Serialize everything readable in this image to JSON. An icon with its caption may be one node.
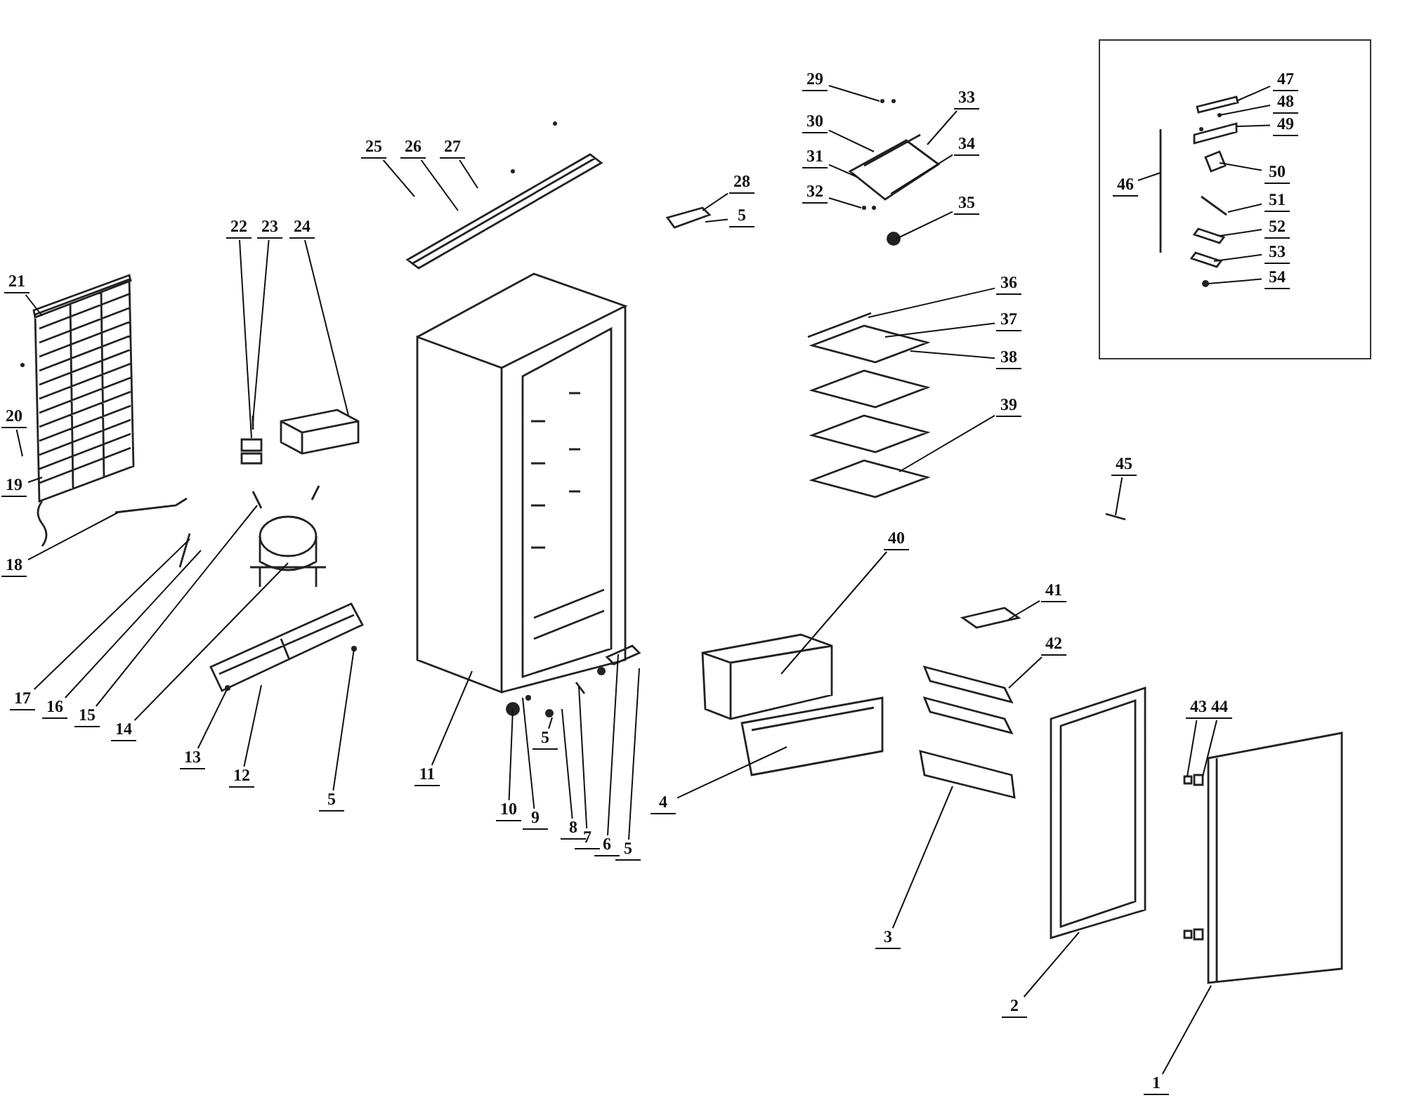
{
  "diagram": {
    "nodes": [
      {
        "text": [
          "21"
        ]
      },
      {
        "text": [
          "20"
        ]
      },
      {
        "text": [
          "19"
        ]
      },
      {
        "text": [
          "18"
        ]
      },
      {
        "text": [
          "22"
        ]
      },
      {
        "text": [
          "23"
        ]
      },
      {
        "text": [
          "24"
        ]
      },
      {
        "text": [
          "25"
        ]
      },
      {
        "text": [
          "26"
        ]
      },
      {
        "text": [
          "27"
        ]
      },
      {
        "text": [
          "28"
        ]
      },
      {
        "text": [
          "5"
        ]
      },
      {
        "text": [
          "29"
        ]
      },
      {
        "text": [
          "30"
        ]
      },
      {
        "text": [
          "31"
        ]
      },
      {
        "text": [
          "32"
        ]
      },
      {
        "text": [
          "33"
        ]
      },
      {
        "text": [
          "34"
        ]
      },
      {
        "text": [
          "35"
        ]
      },
      {
        "text": [],
        "shape": "box"
      },
      {
        "text": [
          "47"
        ],
        "in": 19
      },
      {
        "text": [
          "48"
        ],
        "in": 19
      },
      {
        "text": [
          "49"
        ],
        "in": 19
      },
      {
        "text": [
          "46"
        ],
        "in": 19
      },
      {
        "text": [
          "50"
        ],
        "in": 19
      },
      {
        "text": [
          "51"
        ],
        "in": 19
      },
      {
        "text": [
          "52"
        ],
        "in": 19
      },
      {
        "text": [
          "53"
        ],
        "in": 19
      },
      {
        "text": [
          "54"
        ],
        "in": 19
      },
      {
        "text": [
          "36"
        ]
      },
      {
        "text": [
          "37"
        ]
      },
      {
        "text": [
          "38"
        ]
      },
      {
        "text": [
          "39"
        ]
      },
      {
        "text": [
          "45"
        ]
      },
      {
        "text": [
          "40"
        ]
      },
      {
        "text": [
          "41"
        ]
      },
      {
        "text": [
          "42"
        ]
      },
      {
        "text": [
          "43"
        ]
      },
      {
        "text": [
          "44"
        ]
      },
      {
        "text": [
          "17"
        ]
      },
      {
        "text": [
          "16"
        ]
      },
      {
        "text": [
          "15"
        ]
      },
      {
        "text": [
          "14"
        ]
      },
      {
        "text": [
          "13"
        ]
      },
      {
        "text": [
          "12"
        ]
      },
      {
        "text": [
          "5"
        ]
      },
      {
        "text": [
          "11"
        ]
      },
      {
        "text": [
          "10"
        ]
      },
      {
        "text": [
          "9"
        ]
      },
      {
        "text": [
          "5"
        ]
      },
      {
        "text": [
          "8"
        ]
      },
      {
        "text": [
          "7"
        ]
      },
      {
        "text": [
          "6"
        ]
      },
      {
        "text": [
          "5"
        ]
      },
      {
        "text": [
          "4"
        ]
      },
      {
        "text": [
          "3"
        ]
      },
      {
        "text": [
          "2"
        ]
      },
      {
        "text": [
          "1"
        ]
      }
    ],
    "edges": [
      {
        "from": 0,
        "to": null,
        "arrow": "none"
      },
      {
        "from": 1,
        "to": null,
        "arrow": "none"
      },
      {
        "from": 2,
        "to": null,
        "arrow": "none"
      },
      {
        "from": 3,
        "to": null,
        "arrow": "none"
      },
      {
        "from": 4,
        "to": null,
        "arrow": "none"
      },
      {
        "from": 5,
        "to": null,
        "arrow": "none"
      },
      {
        "from": 6,
        "to": null,
        "arrow": "none"
      },
      {
        "from": 7,
        "to": null,
        "arrow": "none"
      },
      {
        "from": 8,
        "to": null,
        "arrow": "none"
      },
      {
        "from": 9,
        "to": null,
        "arrow": "none"
      },
      {
        "from": 10,
        "to": null,
        "arrow": "none"
      },
      {
        "from": 11,
        "to": null,
        "arrow": "none"
      },
      {
        "from": 12,
        "to": null,
        "arrow": "none"
      },
      {
        "from": 13,
        "to": null,
        "arrow": "none"
      },
      {
        "from": 14,
        "to": null,
        "arrow": "none"
      },
      {
        "from": 15,
        "to": null,
        "arrow": "none"
      },
      {
        "from": 16,
        "to": null,
        "arrow": "none"
      },
      {
        "from": 17,
        "to": null,
        "arrow": "none"
      },
      {
        "from": 18,
        "to": null,
        "arrow": "none"
      },
      {
        "from": 20,
        "to": null,
        "arrow": "none"
      },
      {
        "from": 21,
        "to": null,
        "arrow": "none"
      },
      {
        "from": 22,
        "to": null,
        "arrow": "none"
      },
      {
        "from": 23,
        "to": null,
        "arrow": "none"
      },
      {
        "from": 24,
        "to": null,
        "arrow": "none"
      },
      {
        "from": 25,
        "to": null,
        "arrow": "none"
      },
      {
        "from": 26,
        "to": null,
        "arrow": "none"
      },
      {
        "from": 27,
        "to": null,
        "arrow": "none"
      },
      {
        "from": 28,
        "to": null,
        "arrow": "none"
      },
      {
        "from": 29,
        "to": null,
        "arrow": "none"
      },
      {
        "from": 30,
        "to": null,
        "arrow": "none"
      },
      {
        "from": 31,
        "to": null,
        "arrow": "none"
      },
      {
        "from": 32,
        "to": null,
        "arrow": "none"
      },
      {
        "from": 33,
        "to": null,
        "arrow": "none"
      },
      {
        "from": 34,
        "to": null,
        "arrow": "none"
      },
      {
        "from": 35,
        "to": null,
        "arrow": "none"
      },
      {
        "from": 36,
        "to": null,
        "arrow": "none"
      },
      {
        "from": 37,
        "to": null,
        "arrow": "none"
      },
      {
        "from": 38,
        "to": null,
        "arrow": "none"
      },
      {
        "from": 39,
        "to": null,
        "arrow": "none"
      },
      {
        "from": 40,
        "to": null,
        "arrow": "none"
      },
      {
        "from": 41,
        "to": null,
        "arrow": "none"
      },
      {
        "from": 42,
        "to": null,
        "arrow": "none"
      },
      {
        "from": 43,
        "to": null,
        "arrow": "none"
      },
      {
        "from": 44,
        "to": null,
        "arrow": "none"
      },
      {
        "from": 45,
        "to": null,
        "arrow": "none"
      },
      {
        "from": 46,
        "to": null,
        "arrow": "none"
      },
      {
        "from": 47,
        "to": null,
        "arrow": "none"
      },
      {
        "from": 48,
        "to": null,
        "arrow": "none"
      },
      {
        "from": 49,
        "to": null,
        "arrow": "none"
      },
      {
        "from": 50,
        "to": null,
        "arrow": "none"
      },
      {
        "from": 51,
        "to": null,
        "arrow": "none"
      },
      {
        "from": 52,
        "to": null,
        "arrow": "none"
      },
      {
        "from": 53,
        "to": null,
        "arrow": "none"
      },
      {
        "from": 54,
        "to": null,
        "arrow": "none"
      },
      {
        "from": 55,
        "to": null,
        "arrow": "none"
      },
      {
        "from": 56,
        "to": null,
        "arrow": "none"
      },
      {
        "from": 57,
        "to": null,
        "arrow": "none"
      }
    ]
  }
}
